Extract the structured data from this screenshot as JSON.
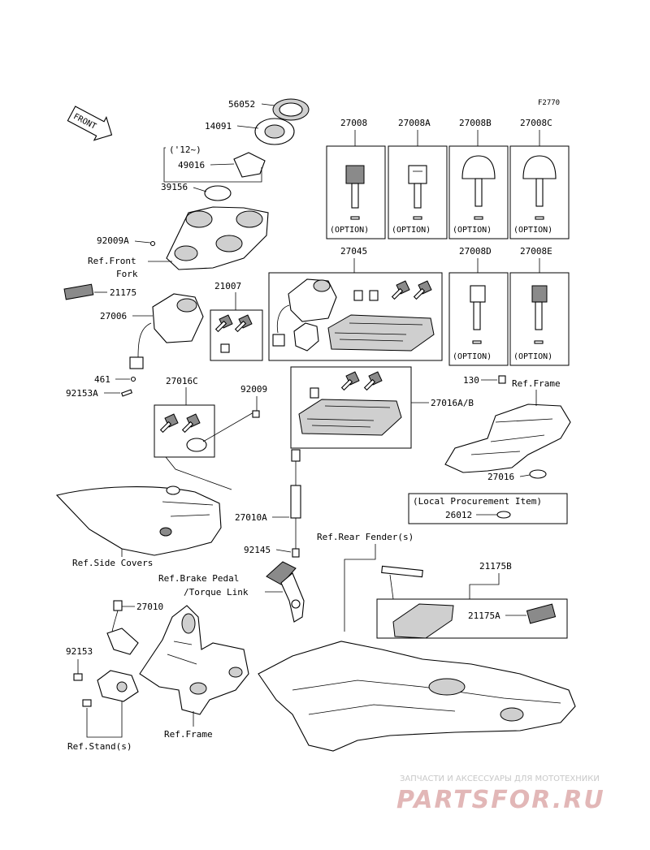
{
  "figure_code": "F2770",
  "front_arrow": "FRONT",
  "option_label": "(OPTION)",
  "local_procurement": "(Local Procurement Item)",
  "watermark": {
    "tagline": "ЗАПЧАСТИ И АКСЕССУАРЫ ДЛЯ МОТОТЕХНИКИ",
    "logo": "PARTSFOR.RU"
  },
  "parts": {
    "p56052": "56052",
    "p14091": "14091",
    "p12": "('12~)",
    "p49016": "49016",
    "p39156": "39156",
    "p92009a": "92009A",
    "p21175": "21175",
    "p27006": "27006",
    "p461": "461",
    "p92153a": "92153A",
    "p21007": "21007",
    "p27045": "27045",
    "p27008": "27008",
    "p27008a": "27008A",
    "p27008b": "27008B",
    "p27008c": "27008C",
    "p27008d": "27008D",
    "p27008e": "27008E",
    "p27016c": "27016C",
    "p92009": "92009",
    "p27016ab": "27016A/B",
    "p130": "130",
    "p27016": "27016",
    "p26012": "26012",
    "p27010a": "27010A",
    "p92145": "92145",
    "p27010": "27010",
    "p92153": "92153",
    "p21175b": "21175B",
    "p21175a": "21175A"
  },
  "refs": {
    "front_fork_1": "Ref.Front",
    "front_fork_2": "Fork",
    "frame_top": "Ref.Frame",
    "side_covers": "Ref.Side Covers",
    "rear_fender": "Ref.Rear Fender(s)",
    "brake_1": "Ref.Brake Pedal",
    "brake_2": "/Torque Link",
    "frame_bottom": "Ref.Frame",
    "stand": "Ref.Stand(s)"
  }
}
